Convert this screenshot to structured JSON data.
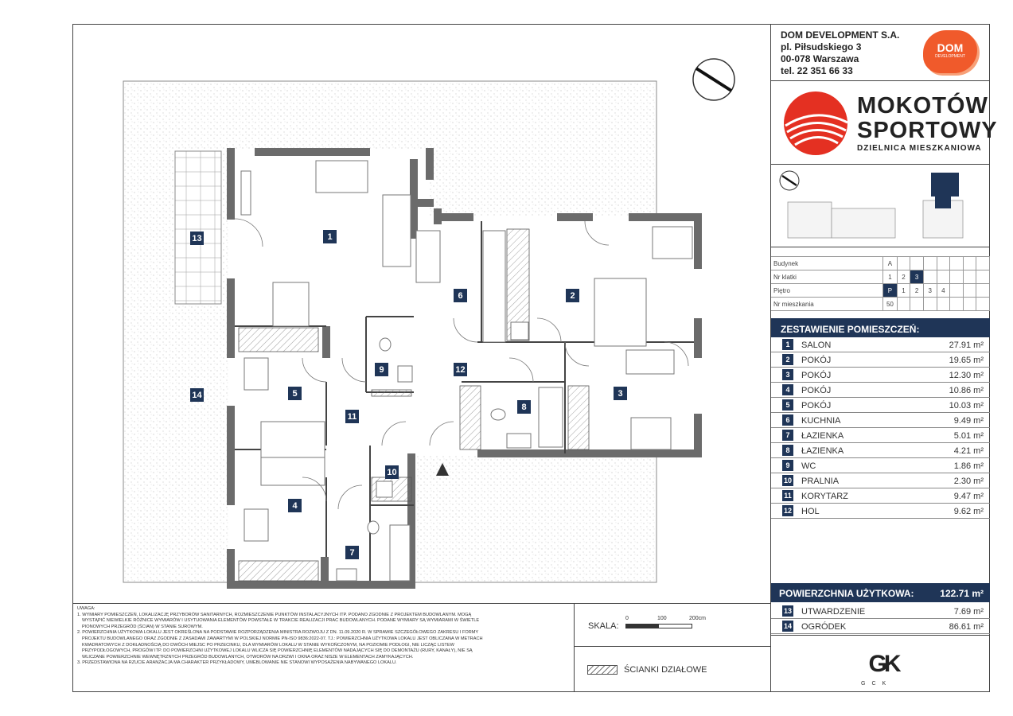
{
  "company": {
    "name": "DOM DEVELOPMENT S.A.",
    "address1": "pl. Piłsudskiego 3",
    "address2": "00-078 Warszawa",
    "phone": "tel. 22 351 66 33",
    "logo_text1": "DOM",
    "logo_text2": "DEVELOPMENT"
  },
  "brand": {
    "title1": "MOKOTÓW",
    "title2": "SPORTOWY",
    "subtitle": "DZIELNICA MIESZKANIOWA",
    "colors": {
      "primary": "#e43022",
      "dark": "#1f3557",
      "orange": "#f05a2b"
    }
  },
  "info": {
    "building_label": "Budynek",
    "building_options": [
      "A"
    ],
    "staircase_label": "Nr klatki",
    "staircase_options": [
      "1",
      "2",
      "3"
    ],
    "staircase_selected": "3",
    "floor_label": "Piętro",
    "floor_options": [
      "P",
      "1",
      "2",
      "3",
      "4"
    ],
    "floor_selected": "P",
    "apartment_label": "Nr mieszkania",
    "apartment_value": "50"
  },
  "rooms_heading": "ZESTAWIENIE POMIESZCZEŃ:",
  "rooms": [
    {
      "no": "1",
      "name": "SALON",
      "area": "27.91 m²"
    },
    {
      "no": "2",
      "name": "POKÓJ",
      "area": "19.65 m²"
    },
    {
      "no": "3",
      "name": "POKÓJ",
      "area": "12.30 m²"
    },
    {
      "no": "4",
      "name": "POKÓJ",
      "area": "10.86 m²"
    },
    {
      "no": "5",
      "name": "POKÓJ",
      "area": "10.03 m²"
    },
    {
      "no": "6",
      "name": "KUCHNIA",
      "area": "9.49 m²"
    },
    {
      "no": "7",
      "name": "ŁAZIENKA",
      "area": "5.01 m²"
    },
    {
      "no": "8",
      "name": "ŁAZIENKA",
      "area": "4.21 m²"
    },
    {
      "no": "9",
      "name": "WC",
      "area": "1.86 m²"
    },
    {
      "no": "10",
      "name": "PRALNIA",
      "area": "2.30 m²"
    },
    {
      "no": "11",
      "name": "KORYTARZ",
      "area": "9.47 m²"
    },
    {
      "no": "12",
      "name": "HOL",
      "area": "9.62 m²"
    }
  ],
  "total": {
    "label": "POWIERZCHNIA UŻYTKOWA:",
    "value": "122.71 m²"
  },
  "extras": [
    {
      "no": "13",
      "name": "UTWARDZENIE",
      "area": "7.69 m²"
    },
    {
      "no": "14",
      "name": "OGRÓDEK",
      "area": "86.61 m²"
    }
  ],
  "plan_labels": [
    "1",
    "2",
    "3",
    "4",
    "5",
    "6",
    "7",
    "8",
    "9",
    "10",
    "11",
    "12",
    "13",
    "14"
  ],
  "notes": {
    "heading": "UWAGA:",
    "lines": [
      "1. WYMIARY POMIESZCZEŃ, LOKALIZACJĘ PRZYBORÓW SANITARNYCH, ROZMIESZCZENIE PUNKTÓW INSTALACYJNYCH ITP. PODANO ZGODNIE Z PROJEKTEM BUDOWLANYM. MOGĄ",
      "WYSTĄPIĆ NIEWIELKIE RÓŻNICE WYMIARÓW I USYTUOWANIA ELEMENTÓW POWSTAŁE W TRAKCIE REALIZACJI PRAC BUDOWLANYCH. PODANE WYMIARY SĄ WYMIARAMI W ŚWIETLE",
      "PIONOWYCH PRZEGRÓD (ŚCIAN) W STANIE SUROWYM.",
      "2. POWIERZCHNIA UŻYTKOWA LOKALU JEST OKREŚLONA NA PODSTAWIE ROZPORZĄDZENIA MINISTRA ROZWOJU Z DN. 11.09.2020 R. W SPRAWIE SZCZEGÓŁOWEGO ZAKRESU I FORMY",
      "PROJEKTU BUDOWLANEGO ORAZ ZGODNIE Z ZASADAMI ZAWARTYMI W POLSKIEJ NORMIE PN-ISO 9836:2022-07. TJ.: POWIERZCHNIA UŻYTKOWA LOKALU JEST OBLICZANA W METRACH",
      "KWADRATOWYCH Z DOKŁADNOŚCIĄ DO DWÓCH MIEJSC PO PRZECINKU, DLA WYMIARÓW LOKALU W STANIE WYKOŃCZONYM, NA POZIOMIE PODŁOGI, NIE LICZĄC LISTEW",
      "PRZYPODŁOGOWYCH, PROGÓW ITP. DO POWIERZCHNI UŻYTKOWEJ LOKALU WLICZA SIĘ POWIERZCHNIĘ ELEMENTÓW NADAJĄCYCH SIĘ DO DEMONTAŻU (RURY, KANAŁY), NIE SĄ",
      "WLICZANE POWIERZCHNIE WEWNĘTRZNYCH PRZEGRÓD BUDOWLANYCH, OTWORÓW NA DRZWI I OKNA ORAZ NISZE W ELEMENTACH ZAMYKAJĄCYCH.",
      "3. PRZEDSTAWIONA NA RZUCIE ARANŻACJA MA CHARAKTER PRZYKŁADOWY, UMEBLOWANIE NIE STANOWI WYPOSAŻENIA NABYWANEGO LOKALU."
    ]
  },
  "scale": {
    "label": "SKALA:",
    "t0": "0",
    "t1": "100",
    "t2": "200cm"
  },
  "legend": {
    "label": "ŚCIANKI DZIAŁOWE"
  },
  "footer_logo": {
    "mark": "GK",
    "text": "GCK"
  }
}
